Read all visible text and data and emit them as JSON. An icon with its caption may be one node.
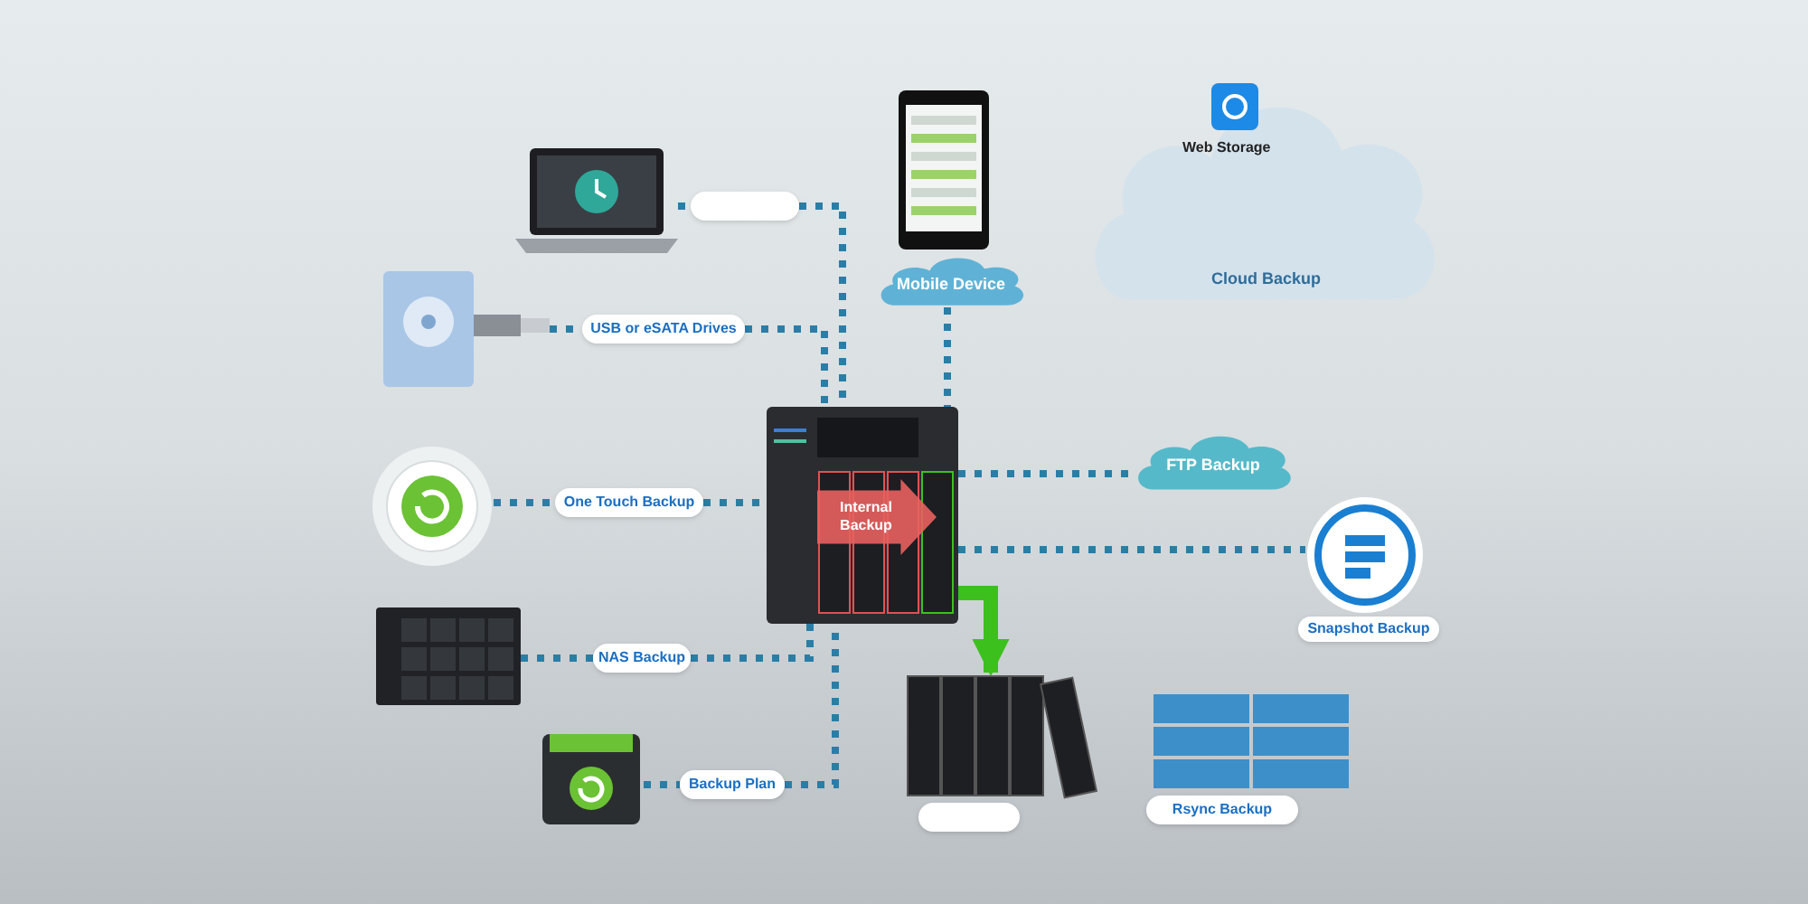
{
  "diagram": {
    "nodes": [
      {
        "text": [],
        "shape": "picture"
      },
      {
        "text": [],
        "shape": "box"
      },
      {
        "text": [],
        "shape": "picture"
      },
      {
        "text": [
          "USB or eSATA Drives"
        ]
      },
      {
        "text": [],
        "shape": "picture"
      },
      {
        "text": [
          "One Touch Backup"
        ]
      },
      {
        "text": [],
        "shape": "picture"
      },
      {
        "text": [
          "NAS Backup"
        ]
      },
      {
        "text": [],
        "shape": "picture"
      },
      {
        "text": [
          "Backup Plan"
        ]
      },
      {
        "text": [],
        "shape": "picture"
      },
      {
        "text": [
          "Internal Backup"
        ],
        "in": 10
      },
      {
        "text": [],
        "shape": "picture"
      },
      {
        "text": [
          "Mobile Device"
        ]
      },
      {
        "text": [
          "Web Storage",
          "Cloud Backup"
        ]
      },
      {
        "text": [
          "FTP Backup"
        ]
      },
      {
        "text": [],
        "shape": "picture"
      },
      {
        "text": [
          "Snapshot Backup"
        ]
      },
      {
        "text": [],
        "shape": "picture"
      },
      {
        "text": [],
        "shape": "box"
      },
      {
        "text": [],
        "shape": "picture"
      },
      {
        "text": [
          "Rsync Backup"
        ]
      }
    ],
    "edges": [
      {
        "from": 0,
        "to": 1,
        "arrow": "none",
        "style": "dashed"
      },
      {
        "from": 1,
        "to": 10,
        "arrow": "none",
        "style": "dashed"
      },
      {
        "from": 2,
        "to": 3,
        "arrow": "none",
        "style": "dashed"
      },
      {
        "from": 3,
        "to": 10,
        "arrow": "none",
        "style": "dashed"
      },
      {
        "from": 4,
        "to": 5,
        "arrow": "none",
        "style": "dashed"
      },
      {
        "from": 5,
        "to": 10,
        "arrow": "none",
        "style": "dashed"
      },
      {
        "from": 6,
        "to": 7,
        "arrow": "none",
        "style": "dashed"
      },
      {
        "from": 7,
        "to": 10,
        "arrow": "none",
        "style": "dashed"
      },
      {
        "from": 8,
        "to": 9,
        "arrow": "none",
        "style": "dashed"
      },
      {
        "from": 9,
        "to": 10,
        "arrow": "none",
        "style": "dashed"
      },
      {
        "from": 13,
        "to": 10,
        "arrow": "none",
        "style": "dashed"
      },
      {
        "from": 10,
        "to": 15,
        "arrow": "none",
        "style": "dashed"
      },
      {
        "from": 10,
        "to": 16,
        "arrow": "none",
        "style": "dashed"
      },
      {
        "from": 10,
        "to": 18,
        "arrow": "to",
        "style": "thick",
        "color": "#3cc01e"
      }
    ]
  }
}
